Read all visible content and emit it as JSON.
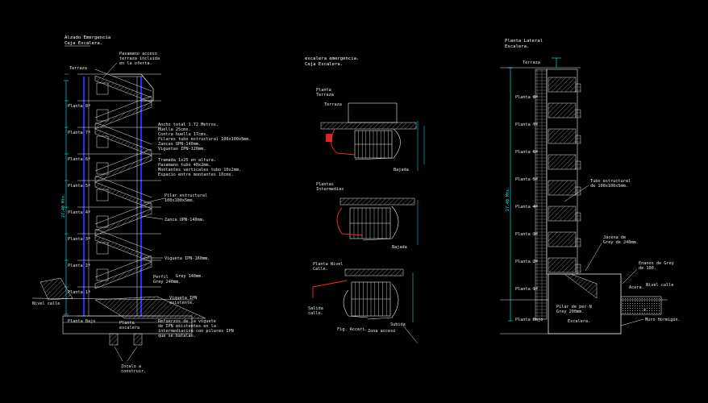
{
  "colors": {
    "background": "#000000",
    "line": "#e8e8e8",
    "dimension": "#00ffff",
    "column": "#2a2aff",
    "highlight": "#ff2a2a",
    "hatch": "#bdbdbd"
  },
  "left_view": {
    "title": "Alzado Emergencia",
    "subtitle": "Caja Escalera.",
    "floors": [
      "Terraza",
      "Planta 8ª",
      "Planta 7ª",
      "Planta 6ª",
      "Planta 5ª",
      "Planta 4ª",
      "Planta 3ª",
      "Planta 2ª",
      "Planta 1ª",
      "Planta Bajo"
    ],
    "ground_label": "Nivel calle",
    "notes": {
      "roof": "Pasamano acceso terraza incluida en la oferta.",
      "specs_1": "Ancho total  1.72 Metros.",
      "specs_2": "Huella     25cms.",
      "specs_3": "Contra huella 17cms.",
      "specs_4": "Pilares tubo estructural 100x100x5mm.",
      "specs_5": "Zancas  UPN-140mm.",
      "specs_6": "Viguetas  IPN-120mm.",
      "specs_7": "Tramada 1x25 en altura.",
      "specs_8": "Pasamano tubo 40x2mm.",
      "specs_9": "Montantes verticales tubo 10x2mm.",
      "specs_10": "Espacio entre montantes 10cms.",
      "pilar": "Pilar estructural 100x100x5mm.",
      "zanca": "Zanca UPN-140mm.",
      "vigueta": "Vigueta IPN-160mm.",
      "perfil": "Perfil Grey 240mm.",
      "grey": "Grey 140mm.",
      "vigueta_ipn": "Vigueta IPN existente.",
      "planta_escalera": "Planta escalera",
      "refuerzos": "Refuerzos de la viguete de IPN existentes en la intermediación con pilares IPN que se batalan.",
      "zocalo": "Zocalo a construir."
    },
    "dimension_total": "27.40 Mts."
  },
  "middle_view": {
    "title": "escalera emergencia.",
    "subtitle": "Caja Escalera.",
    "section_1": "Planta Terraza",
    "terrace": "Terraza",
    "section_2": "Plantas Intermedias",
    "section_3": "Planta Nivel Calle.",
    "exit": "Salida calle.",
    "fig": "Fig. Acceri.",
    "bottom_note": "Zona acceso",
    "tags": [
      "Bajada",
      "Bajada",
      "Subida"
    ]
  },
  "right_view": {
    "title": "Planta Lateral",
    "subtitle": "Escalera.",
    "terrace": "Terraza",
    "floors": [
      "Planta 8ª",
      "Planta 7ª",
      "Planta 6ª",
      "Planta 5ª",
      "Planta 4ª",
      "Planta 3ª",
      "Planta 2ª",
      "Planta 1ª",
      "Planta Bajo"
    ],
    "dimension_total": "27.40 Mts.",
    "notes": {
      "tubo": "Tubo estructural de 100x100x5mm.",
      "jacena": "Jácena de Grey de 240mm.",
      "enanos": "Enanos de Grey de 100.",
      "acera": "Acera.",
      "nivel_calle": "Nivel calle",
      "pilar": "Pilar de per-N Grey 200mm.",
      "escalera": "Escalera.",
      "muro": "Muro Hormigón."
    }
  }
}
